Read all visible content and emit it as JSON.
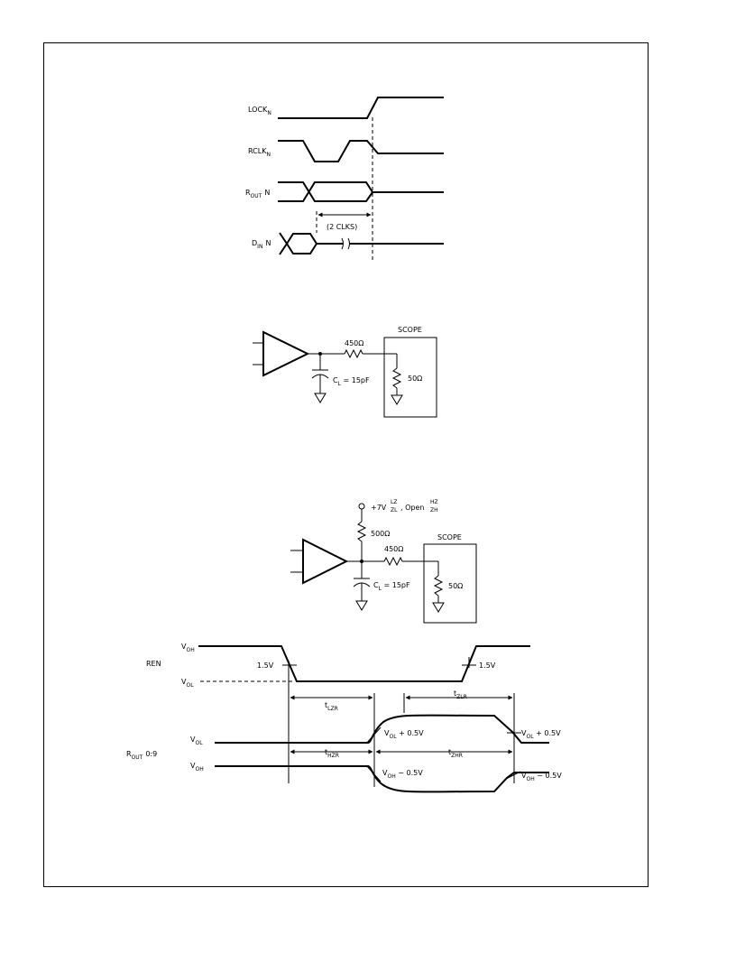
{
  "timing1": {
    "lock": {
      "main": "LOCK",
      "sub": "N"
    },
    "rclk": {
      "main": "RCLK",
      "sub": "N"
    },
    "rout": {
      "main": "R",
      "sub": "OUT",
      "suffix": "N"
    },
    "din": {
      "main": "D",
      "sub": "IN",
      "suffix": "N"
    },
    "clks": "(2 CLKS)"
  },
  "circuit1": {
    "r_series": "450Ω",
    "r_load": "50Ω",
    "scope": "SCOPE",
    "cl": {
      "main": "C",
      "sub": "L",
      "rest": " = 15pF"
    }
  },
  "circuit2": {
    "supply": {
      "prefix": "+7V",
      "lz": "LZ",
      "zl": "ZL",
      "mid": ", Open",
      "hz": "HZ",
      "zh": "ZH"
    },
    "r_pullup": "500Ω",
    "r_series": "450Ω",
    "r_load": "50Ω",
    "scope": "SCOPE",
    "cl": {
      "main": "C",
      "sub": "L",
      "rest": " = 15pF"
    }
  },
  "timing2": {
    "ren": "REN",
    "voh": {
      "main": "V",
      "sub": "OH"
    },
    "vol": {
      "main": "V",
      "sub": "OL"
    },
    "threshold_left": "1.5V",
    "threshold_right": "1.5V",
    "tlzr": {
      "main": "t",
      "sub": "LZR"
    },
    "tzlr": {
      "main": "t",
      "sub": "ZLR"
    },
    "thzr": {
      "main": "t",
      "sub": "HZR"
    },
    "tzhr": {
      "main": "t",
      "sub": "ZHR"
    },
    "rout": {
      "main": "R",
      "sub": "OUT",
      "suffix": "0:9"
    },
    "vol_plus": {
      "main": "V",
      "sub": "OL",
      "rest": " + 0.5V"
    },
    "voh_minus": {
      "main": "V",
      "sub": "OH",
      "rest": " − 0.5V"
    }
  }
}
